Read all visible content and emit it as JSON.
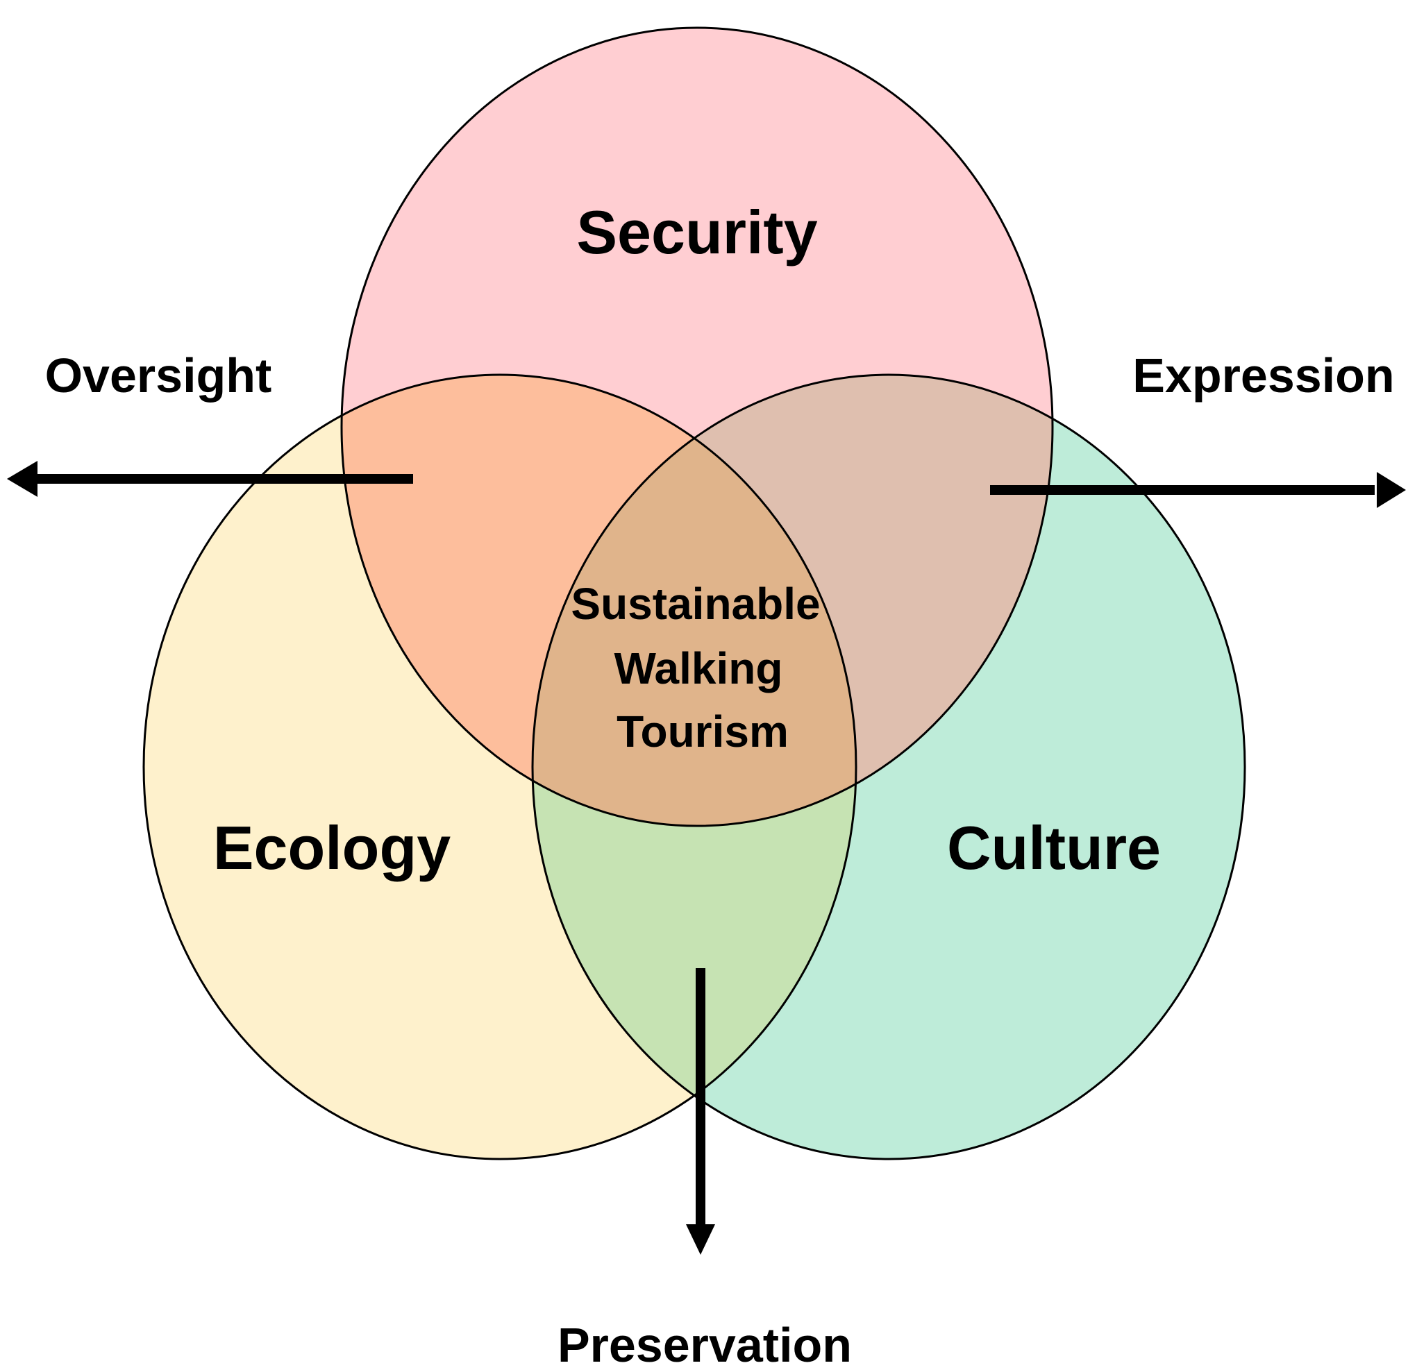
{
  "diagram": {
    "circles": [
      {
        "id": "security",
        "label": "Security",
        "color": "#fe8a93"
      },
      {
        "id": "ecology",
        "label": "Ecology",
        "color": "#fde08e"
      },
      {
        "id": "culture",
        "label": "Culture",
        "color": "#7dd9b4"
      }
    ],
    "center": {
      "lines": [
        "Sustainable",
        "Walking",
        "Tourism"
      ],
      "color": "#e0b48b"
    },
    "overlaps": {
      "security_ecology": {
        "color": "#fdbe9c"
      },
      "security_culture": {
        "color": "#dfbfaf"
      },
      "ecology_culture": {
        "color": "#c6e3b3"
      }
    },
    "outcomes": [
      {
        "id": "oversight",
        "label": "Oversight",
        "direction": "left"
      },
      {
        "id": "expression",
        "label": "Expression",
        "direction": "right"
      },
      {
        "id": "preservation",
        "label": "Preservation",
        "direction": "down"
      }
    ],
    "outline_color": "#000000",
    "arrow_color": "#000000"
  }
}
